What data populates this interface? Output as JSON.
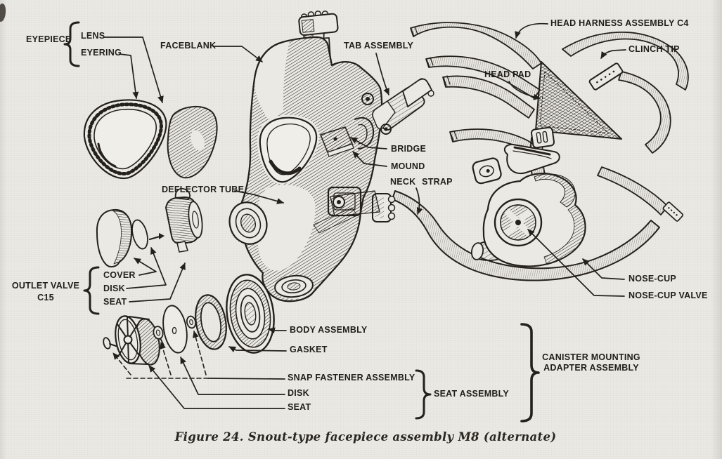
{
  "figure": {
    "caption": "Figure 24. Snout-type facepiece assembly M8 (alternate)"
  },
  "colors": {
    "ink": "#24201b",
    "paper": "#ebe9e4"
  },
  "labels": {
    "eyepiece": "EYEPIECE",
    "lens": "LENS",
    "eyering": "EYERING",
    "faceblank": "FACEBLANK",
    "tab_assembly": "TAB ASSEMBLY",
    "head_harness_assembly": "HEAD HARNESS ASSEMBLY C4",
    "clinch_tip": "CLINCH TIP",
    "head_pad": "HEAD PAD",
    "bridge": "BRIDGE",
    "mound": "MOUND",
    "neck_strap": "NECK STRAP",
    "deflector_tube": "DEFLECTOR TUBE",
    "outlet_valve": "OUTLET VALVE",
    "outlet_valve_model": "C15",
    "outlet_cover": "COVER",
    "outlet_disk": "DISK",
    "outlet_seat": "SEAT",
    "body_assembly": "BODY ASSEMBLY",
    "gasket": "GASKET",
    "snap_fastener_assembly": "SNAP FASTENER ASSEMBLY",
    "fastener_disk": "DISK",
    "fastener_seat": "SEAT",
    "seat_assembly": "SEAT ASSEMBLY",
    "nose_cup": "NOSE-CUP",
    "nose_cup_valve": "NOSE-CUP VALVE",
    "canister_mounting_line1": "CANISTER MOUNTING",
    "canister_mounting_line2": "ADAPTER ASSEMBLY"
  }
}
